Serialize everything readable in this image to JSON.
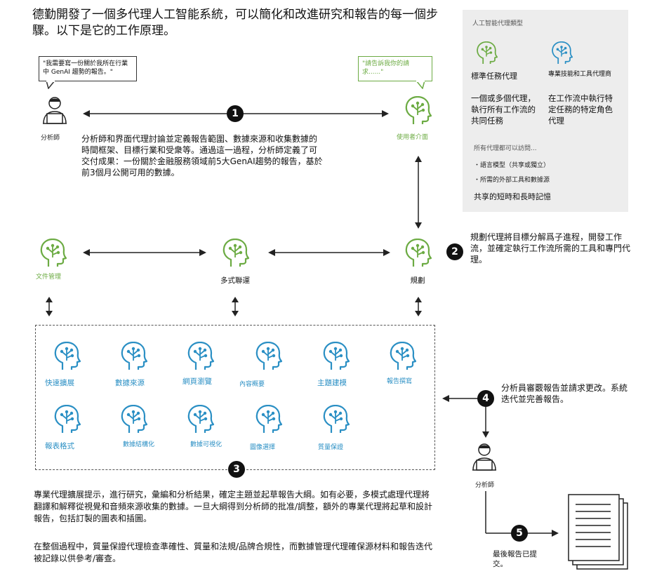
{
  "title": "德勤開發了一個多代理人工智能系統，可以簡化和改進研究和報告的每一個步驟。以下是它的工作原理。",
  "panel": {
    "heading": "人工智能代理類型",
    "standard_label": "標準任務代理",
    "standard_desc": "一個或多個代理，執行所有工作流的共同任務",
    "specialist_label": "專業技能和工具代理商",
    "specialist_desc": "在工作流中執行特定任務的特定角色代理",
    "access_heading": "所有代理都可以訪問...",
    "access_items": [
      "・語言模型（共享或獨立）",
      "・所需的外部工具和數據源"
    ],
    "memory": "共享的短時和長時記憶"
  },
  "step1": {
    "analyst_quote": "\"我需要寫一份關於我所在行業中 GenAI 趨勢的報告。\"",
    "analyst_label": "分析師",
    "interface_quote": "\"請告訴我你的請求......\"",
    "interface_label": "使用者介面",
    "number": "1",
    "text": "分析師和界面代理討論並定義報告範圍、數據來源和收集數據的時間框架、目標行業和受衆等。通過這一過程，分析師定義了可交付成果：一份關於金融服務領域前5大GenAI趨勢的報告，基於前3個月公開可用的數據。"
  },
  "step2": {
    "number": "2",
    "text": "規劃代理將目標分解爲子進程，開發工作流，並確定執行工作流所需的工具和專門代理。",
    "doc_label": "文件管理",
    "multimodal_label": "多式聯運",
    "planning_label": "規劃"
  },
  "specialists": {
    "row1": [
      "快速擴展",
      "數據來源",
      "網頁瀏覽",
      "內容概要",
      "主題建模",
      "報告撰寫"
    ],
    "row2": [
      "報表格式",
      "數據結構化",
      "數據可視化",
      "圖像選擇",
      "質量保證"
    ]
  },
  "step3": {
    "number": "3",
    "text": "專業代理擴展提示，進行研究，彙編和分析結果，確定主題並起草報告大綱。如有必要，多模式處理代理將翻譯和解釋從視覺和音頻來源收集的數據。一旦大綱得到分析師的批准/調整，額外的專業代理將起草和設計報告，包括訂製的圖表和插圖。",
    "text2": "在整個過程中，質量保證代理檢查準確性、質量和法規/品牌合規性，而數據管理代理確保源材料和報告迭代被記錄以供參考/審查。"
  },
  "step4": {
    "number": "4",
    "text": "分析員審覈報告並請求更改。系統迭代並完善報告。",
    "analyst_label": "分析師"
  },
  "step5": {
    "number": "5",
    "text": "最後報告已提交。"
  },
  "colors": {
    "green": "#6cab43",
    "blue": "#2a8fc4"
  }
}
